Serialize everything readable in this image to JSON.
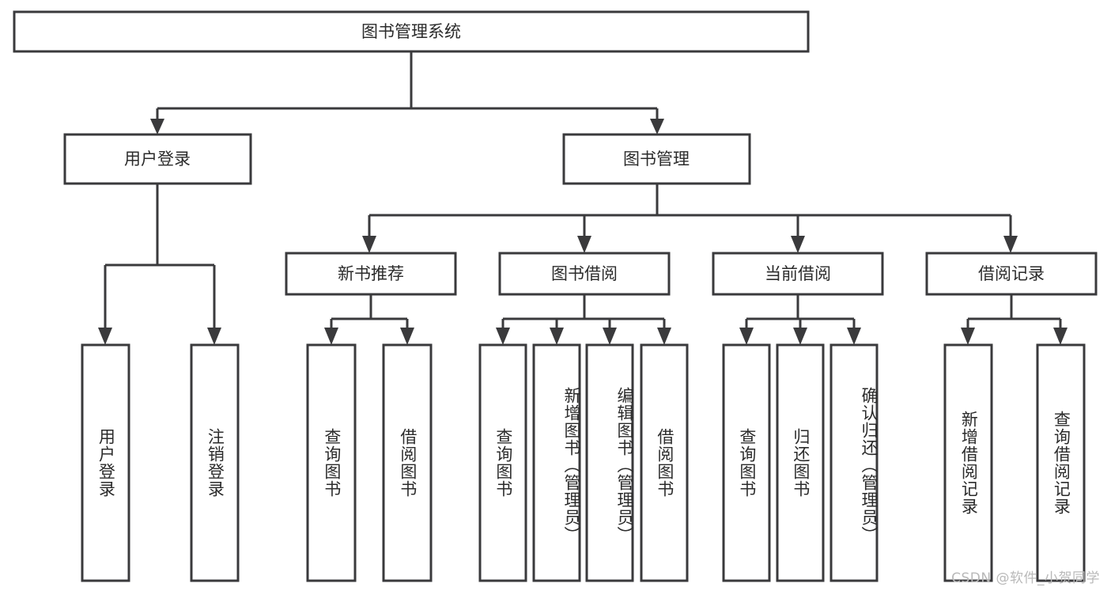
{
  "diagram": {
    "title": "图书管理系统",
    "type": "tree",
    "orientation": "top-down",
    "colors": {
      "background": "#ffffff",
      "box_fill": "#ffffff",
      "box_stroke": "#3a3a3c",
      "connector": "#3a3a3c",
      "text": "#2b2b2b",
      "watermark": "#b9b9b9"
    },
    "root": {
      "id": "root",
      "label": "图书管理系统"
    },
    "level2": [
      {
        "id": "user-login",
        "label": "用户登录"
      },
      {
        "id": "book-management",
        "label": "图书管理"
      }
    ],
    "level3": [
      {
        "id": "new-book-recommend",
        "label": "新书推荐",
        "parent": "book-management"
      },
      {
        "id": "book-borrow",
        "label": "图书借阅",
        "parent": "book-management"
      },
      {
        "id": "current-borrow",
        "label": "当前借阅",
        "parent": "book-management"
      },
      {
        "id": "borrow-record",
        "label": "借阅记录",
        "parent": "book-management"
      }
    ],
    "leaves": {
      "user-login": [
        {
          "id": "leaf-user-login",
          "label": "用户登录"
        },
        {
          "id": "leaf-logout-login",
          "label": "注销登录"
        }
      ],
      "new-book-recommend": [
        {
          "id": "leaf-query-book-1",
          "label": "查询图书"
        },
        {
          "id": "leaf-borrow-book-1",
          "label": "借阅图书"
        }
      ],
      "book-borrow": [
        {
          "id": "leaf-query-book-2",
          "label": "查询图书"
        },
        {
          "id": "leaf-add-book",
          "label": "新增图书（管理员）"
        },
        {
          "id": "leaf-edit-book",
          "label": "编辑图书（管理员）"
        },
        {
          "id": "leaf-borrow-book-2",
          "label": "借阅图书"
        }
      ],
      "current-borrow": [
        {
          "id": "leaf-query-book-3",
          "label": "查询图书"
        },
        {
          "id": "leaf-return-book",
          "label": "归还图书"
        },
        {
          "id": "leaf-confirm-return",
          "label": "确认归还（管理员）"
        }
      ],
      "borrow-record": [
        {
          "id": "leaf-add-record",
          "label": "新增借阅记录"
        },
        {
          "id": "leaf-query-record",
          "label": "查询借阅记录"
        }
      ]
    }
  },
  "watermark": {
    "text": "CSDN @软件_小贺同学"
  }
}
